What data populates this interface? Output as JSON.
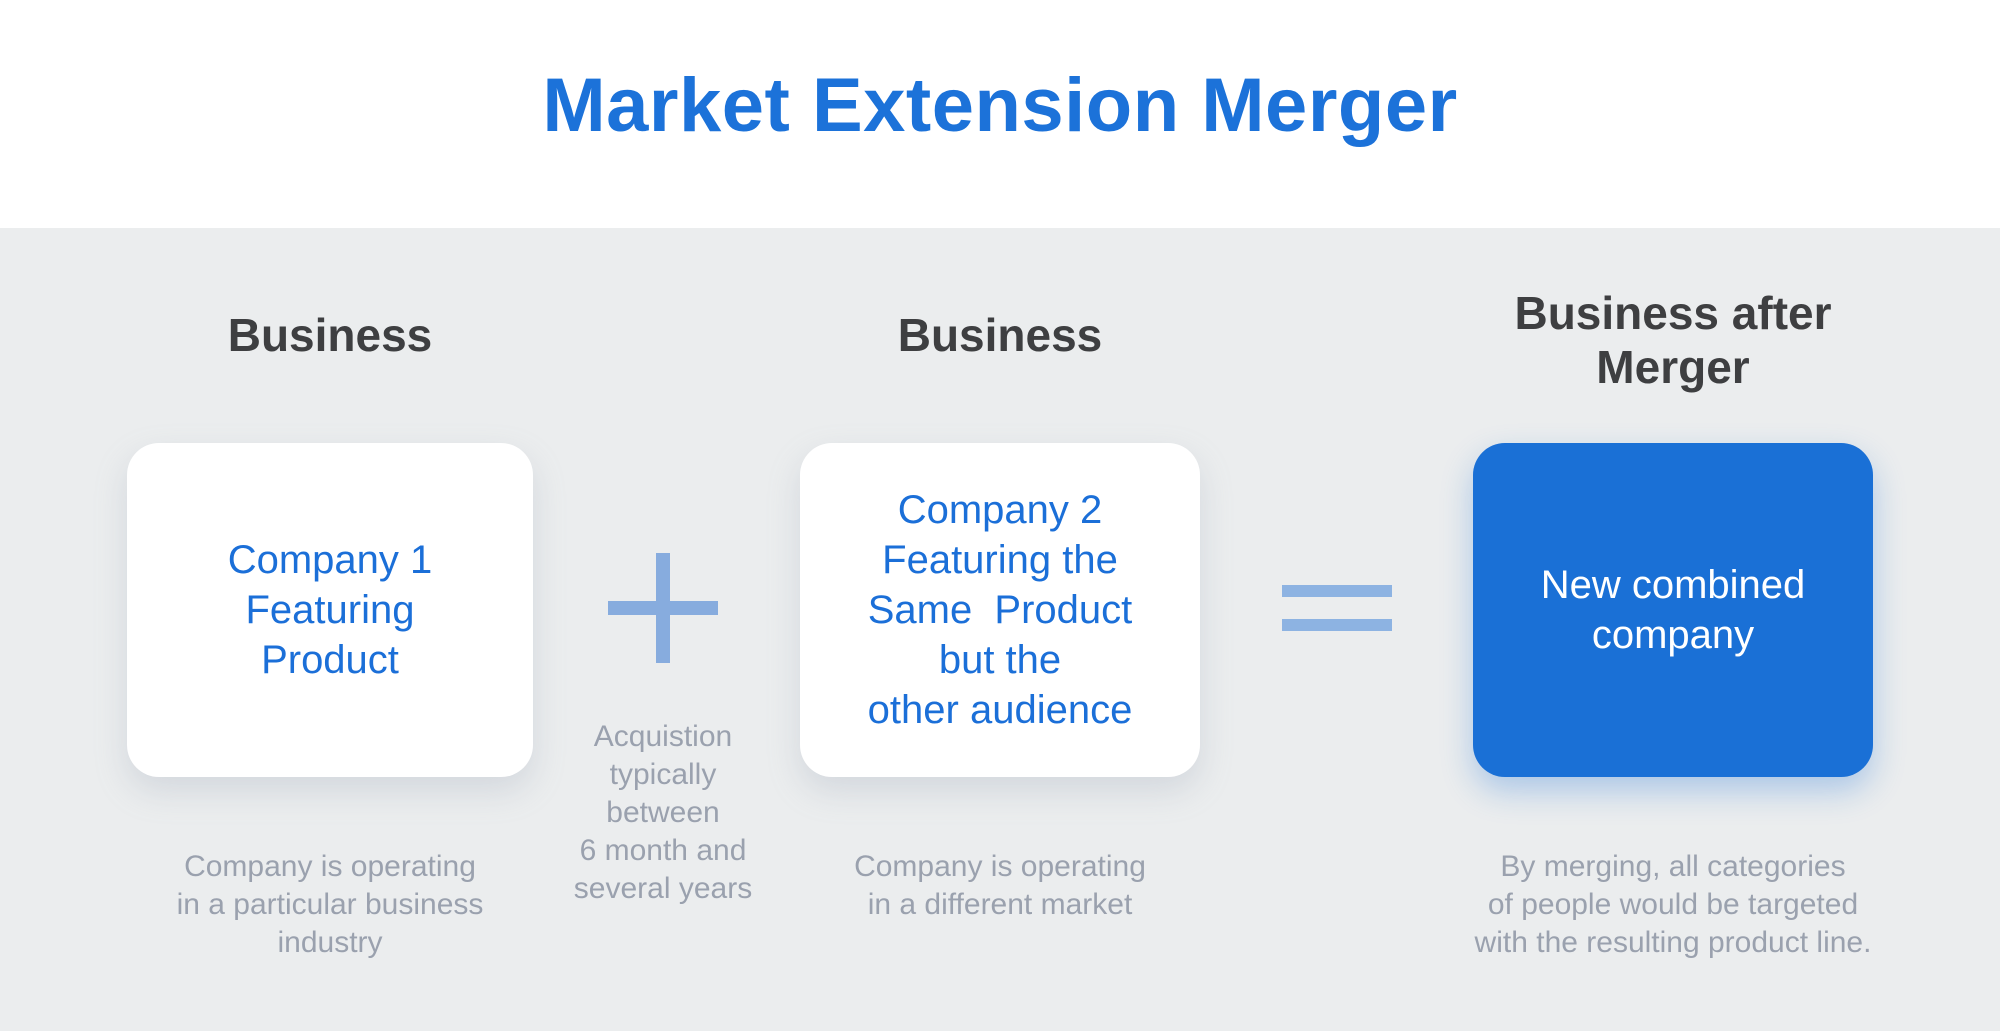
{
  "title": "Market Extension Merger",
  "colors": {
    "title_blue": "#1c72d9",
    "card_text_blue": "#1b6fd8",
    "merged_card_bg": "#1a70d6",
    "light_blue_operator": "#87acde",
    "heading_dark": "#3e3f41",
    "caption_gray": "#9aa1ae",
    "panel_bg": "#ebedee",
    "card_bg": "#ffffff"
  },
  "columns": [
    {
      "heading": "Business",
      "card_text": "Company 1\nFeaturing\nProduct",
      "caption": "Company is operating\nin a particular business\nindustry"
    },
    {
      "heading": "Business",
      "card_text": "Company 2\nFeaturing the\nSame  Product\nbut the\nother audience",
      "caption": "Company is operating\nin a different market"
    },
    {
      "heading": "Business after\nMerger",
      "card_text": "New combined\ncompany",
      "caption": "By merging, all categories\nof people would be targeted\nwith the resulting product line."
    }
  ],
  "operators": {
    "plus_caption": "Acquistion\ntypically\nbetween\n6 month and\nseveral years"
  }
}
